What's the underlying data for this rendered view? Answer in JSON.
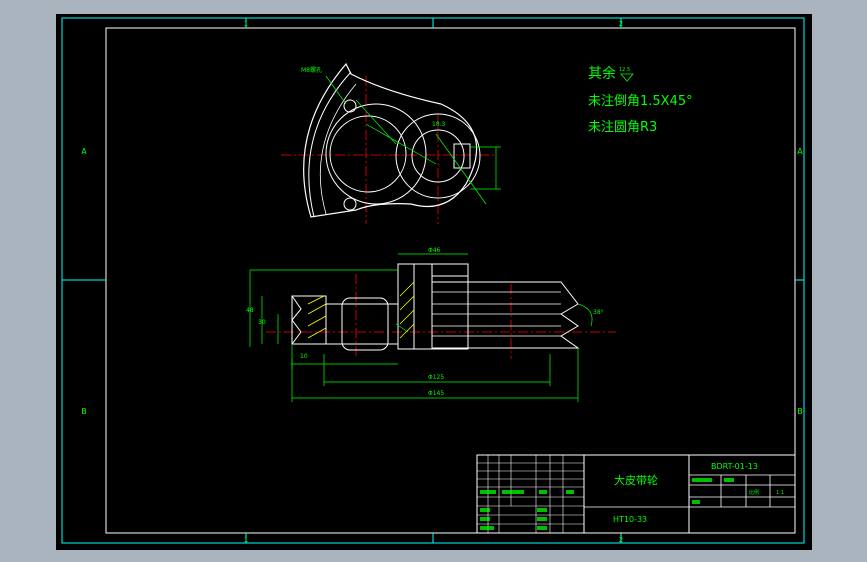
{
  "drawing": {
    "zone_cols": [
      "1",
      "2"
    ],
    "zone_rows": [
      "A",
      "B"
    ],
    "tech_requirements": {
      "line1": "其余",
      "line1_sym": "12.5",
      "line2": "未注倒角1.5X45°",
      "line3": "未注圆角R3"
    },
    "title_block": {
      "part_name": "大皮带轮",
      "drawing_no": "BDRT-01-13",
      "material": "HT10-33",
      "scale_label": "比例",
      "scale_value": "1:1"
    },
    "dims": {
      "hole_label": "M8螺孔",
      "d_top": "Φ46",
      "d_bore": "Φ125",
      "d_outer": "Φ145",
      "angle": "38°",
      "h1": "48",
      "h2": "30",
      "h3": "10",
      "key": "18.3"
    }
  },
  "colors": {
    "background": "#000000",
    "frame": "#00ffff",
    "part": "#ffffff",
    "dimension": "#00ff00",
    "centerline": "#ff0000",
    "hatch": "#ffff00"
  }
}
